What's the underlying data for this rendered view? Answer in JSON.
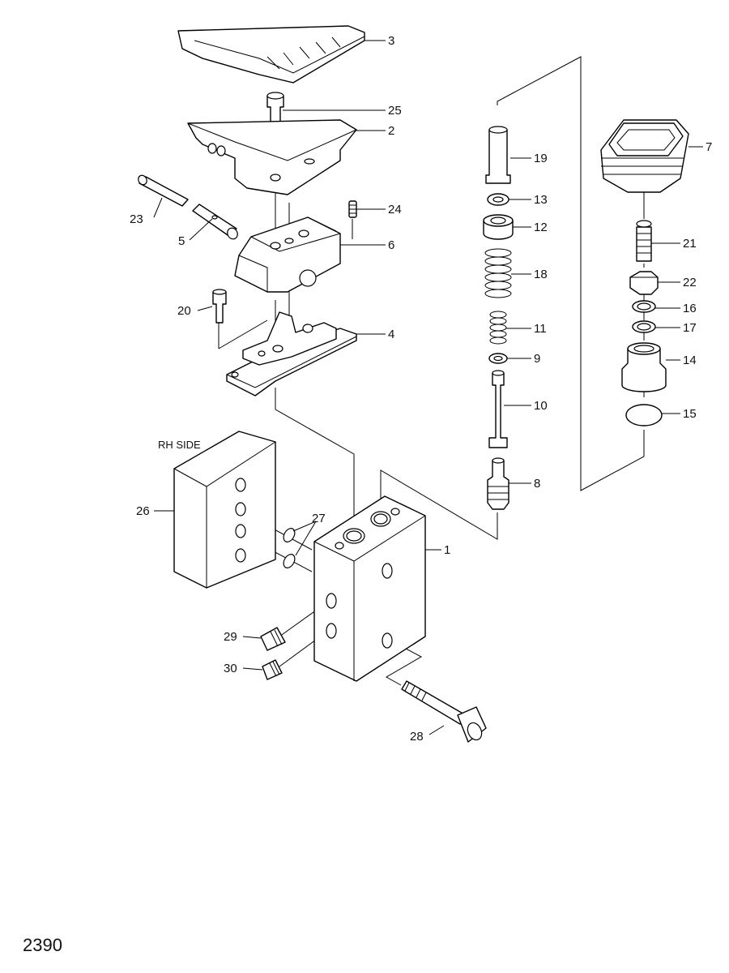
{
  "diagram": {
    "side_label": "RH SIDE",
    "page_number": "2390",
    "callouts": {
      "c1": "1",
      "c2": "2",
      "c3": "3",
      "c4": "4",
      "c5": "5",
      "c6": "6",
      "c7": "7",
      "c8": "8",
      "c9": "9",
      "c10": "10",
      "c11": "11",
      "c12": "12",
      "c13": "13",
      "c14": "14",
      "c15": "15",
      "c16": "16",
      "c17": "17",
      "c18": "18",
      "c19": "19",
      "c20": "20",
      "c21": "21",
      "c22": "22",
      "c23": "23",
      "c24": "24",
      "c25": "25",
      "c26": "26",
      "c27": "27",
      "c28": "28",
      "c29": "29",
      "c30": "30"
    }
  }
}
